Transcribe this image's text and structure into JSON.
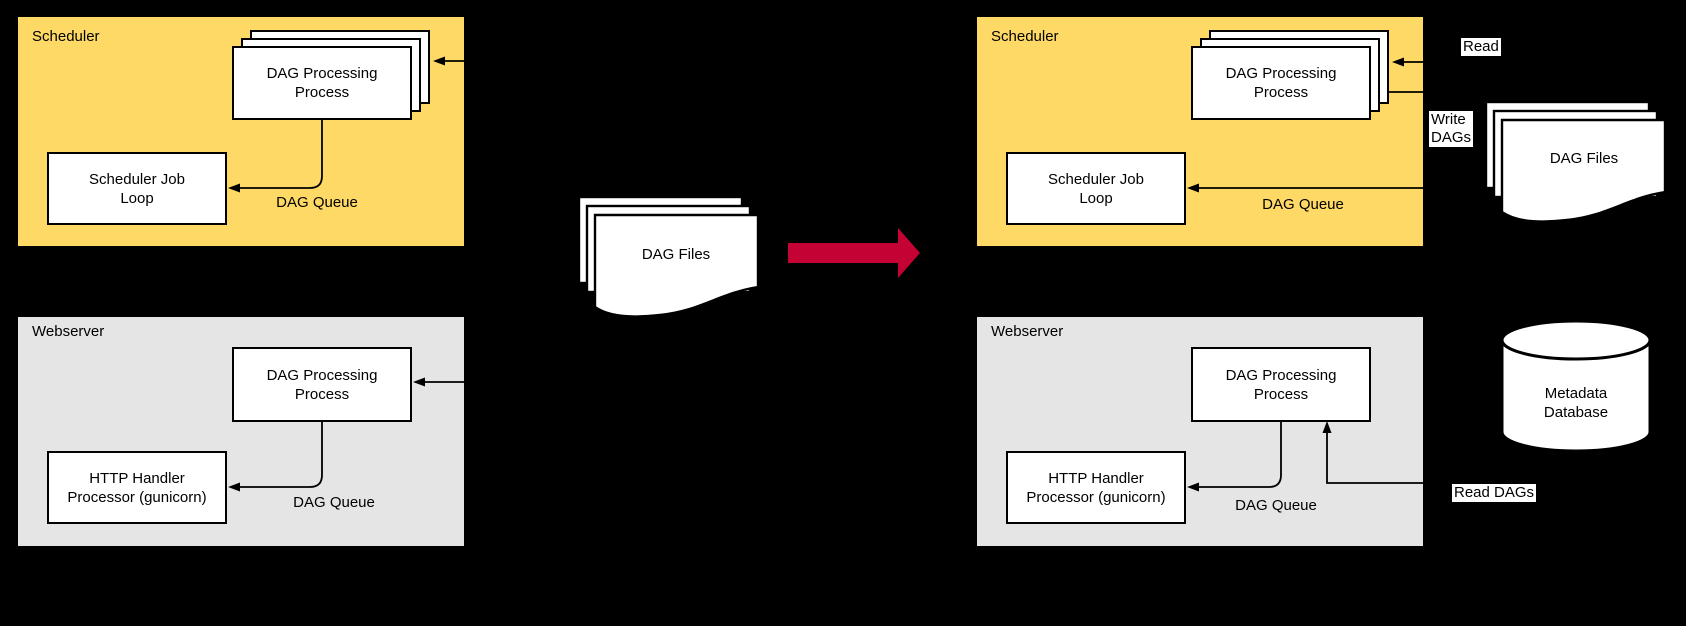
{
  "colors": {
    "bg": "#000000",
    "yellow": "#FFD966",
    "grey": "#E5E5E5",
    "red": "#C40233"
  },
  "left": {
    "scheduler": {
      "title": "Scheduler",
      "dag_processing": "DAG Processing\nProcess",
      "job_loop": "Scheduler Job\nLoop",
      "queue_label": "DAG Queue"
    },
    "webserver": {
      "title": "Webserver",
      "dag_processing": "DAG Processing\nProcess",
      "http_handler": "HTTP Handler\nProcessor (gunicorn)",
      "queue_label": "DAG Queue"
    }
  },
  "middle": {
    "dag_files": "DAG Files"
  },
  "right": {
    "scheduler": {
      "title": "Scheduler",
      "dag_processing": "DAG Processing\nProcess",
      "job_loop": "Scheduler Job\nLoop",
      "queue_label": "DAG Queue"
    },
    "webserver": {
      "title": "Webserver",
      "dag_processing": "DAG Processing\nProcess",
      "http_handler": "HTTP Handler\nProcessor (gunicorn)",
      "queue_label": "DAG Queue"
    },
    "dag_files": "DAG Files",
    "database": "Metadata\nDatabase",
    "annotations": {
      "read": "Read",
      "write_dags": "Write\nDAGs",
      "read_dags": "Read DAGs"
    }
  }
}
